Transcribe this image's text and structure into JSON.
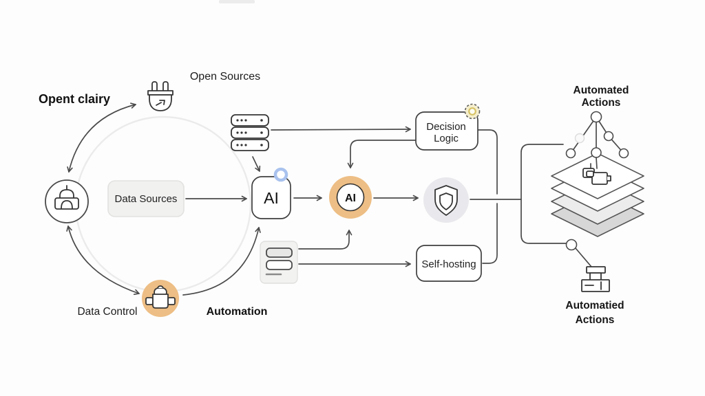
{
  "colors": {
    "orange": "#EDBE85",
    "blue_badge": "#A9C2EE",
    "yellow_badge_fill": "#F5EECD",
    "yellow_badge_ring": "#D6C264",
    "shield_bg": "#E9E9ED",
    "line": "#4A4A4A"
  },
  "brand": {
    "title": "Opent clairy"
  },
  "cycle": {
    "open_sources": "Open Sources",
    "data_sources": "Data Sources",
    "data_control": "Data Control",
    "automation": "Automation"
  },
  "pipeline": {
    "ai_box": "AI",
    "ai_core": "AI",
    "decision_logic_line1": "Decision",
    "decision_logic_line2": "Logic",
    "self_hosting": "Self-hosting"
  },
  "outputs": {
    "top_line1": "Automated",
    "top_line2": "Actions",
    "bottom_line1": "Automatied",
    "bottom_line2": "Actions"
  },
  "icons": [
    "plug-icon",
    "device-icon",
    "person-icon",
    "server-stack-icon",
    "form-icon",
    "shield-icon",
    "puzzle-icon",
    "tree-icon",
    "layers-icon",
    "stamp-icon"
  ]
}
